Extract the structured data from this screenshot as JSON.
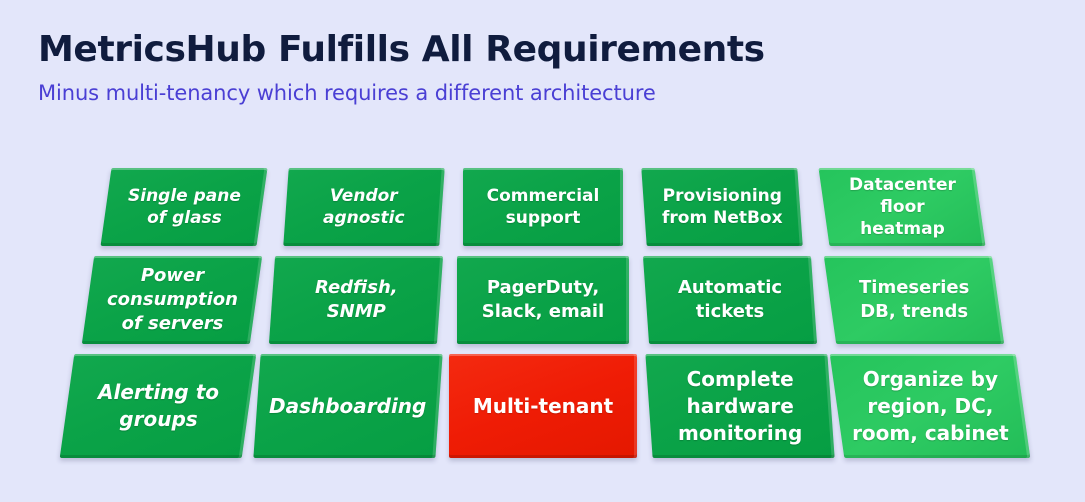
{
  "header": {
    "title": "MetricsHub Fulfills All Requirements",
    "subtitle": "Minus multi-tenancy which requires a different architecture",
    "title_color": "#101c3e",
    "subtitle_color": "#4a3fd4"
  },
  "background_color": "#e3e6fa",
  "colors": {
    "tile_green": "#0ba348",
    "tile_green_light": "#2ecb63",
    "tile_red": "#ef1c05",
    "tile_text": "#ffffff"
  },
  "grid": {
    "rows": 3,
    "columns": 5,
    "tiles": [
      {
        "label": "Single pane\nof glass",
        "status": "fulfilled",
        "color": "green",
        "italic": true,
        "row": 1,
        "col": 1
      },
      {
        "label": "Vendor\nagnostic",
        "status": "fulfilled",
        "color": "green",
        "italic": true,
        "row": 1,
        "col": 2
      },
      {
        "label": "Commercial\nsupport",
        "status": "fulfilled",
        "color": "green",
        "italic": false,
        "row": 1,
        "col": 3
      },
      {
        "label": "Provisioning\nfrom NetBox",
        "status": "fulfilled",
        "color": "green",
        "italic": false,
        "row": 1,
        "col": 4
      },
      {
        "label": "Datacenter\nfloor\nheatmap",
        "status": "fulfilled",
        "color": "green-light",
        "italic": false,
        "row": 1,
        "col": 5
      },
      {
        "label": "Power\nconsumption\nof servers",
        "status": "fulfilled",
        "color": "green",
        "italic": true,
        "row": 2,
        "col": 1
      },
      {
        "label": "Redfish,\nSNMP",
        "status": "fulfilled",
        "color": "green",
        "italic": true,
        "row": 2,
        "col": 2
      },
      {
        "label": "PagerDuty,\nSlack, email",
        "status": "fulfilled",
        "color": "green",
        "italic": false,
        "row": 2,
        "col": 3
      },
      {
        "label": "Automatic\ntickets",
        "status": "fulfilled",
        "color": "green",
        "italic": false,
        "row": 2,
        "col": 4
      },
      {
        "label": "Timeseries\nDB, trends",
        "status": "fulfilled",
        "color": "green-light",
        "italic": false,
        "row": 2,
        "col": 5
      },
      {
        "label": "Alerting to\ngroups",
        "status": "fulfilled",
        "color": "green",
        "italic": true,
        "row": 3,
        "col": 1
      },
      {
        "label": "Dashboarding",
        "status": "fulfilled",
        "color": "green",
        "italic": true,
        "row": 3,
        "col": 2
      },
      {
        "label": "Multi-tenant",
        "status": "not-fulfilled",
        "color": "red",
        "italic": false,
        "row": 3,
        "col": 3
      },
      {
        "label": "Complete\nhardware\nmonitoring",
        "status": "fulfilled",
        "color": "green",
        "italic": false,
        "row": 3,
        "col": 4
      },
      {
        "label": "Organize by\nregion, DC,\nroom, cabinet",
        "status": "fulfilled",
        "color": "green-light",
        "italic": false,
        "row": 3,
        "col": 5
      }
    ]
  }
}
